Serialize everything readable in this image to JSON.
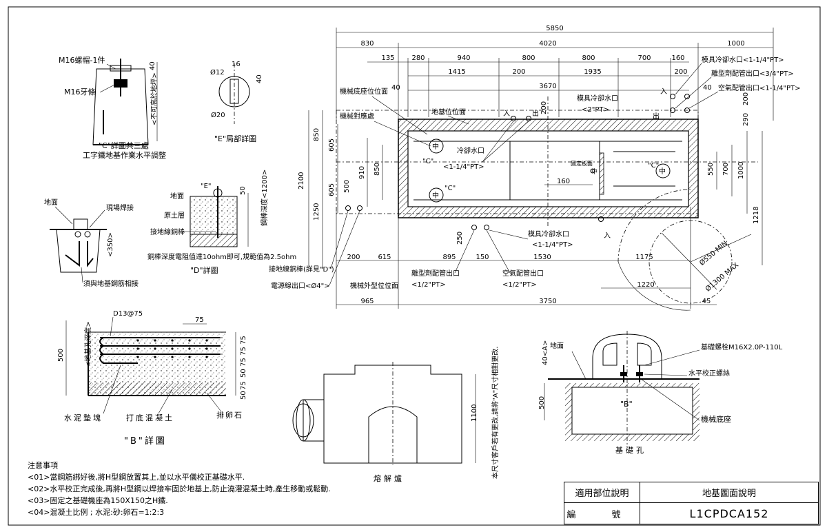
{
  "top_dims": {
    "overall": "5850",
    "seg1": [
      "830",
      "4020",
      "1000"
    ],
    "seg2": [
      "135",
      "280",
      "940",
      "800",
      "800",
      "700",
      "160"
    ],
    "seg3": [
      "1415",
      "200",
      "1935",
      "200"
    ],
    "mid": "3670",
    "d40a": "40",
    "d40b": "40"
  },
  "top_labels": {
    "mold_cool_in_1": "模具冷卻水口<1-1/4\"PT>",
    "release_in_1": "離型劑配管出口<3/4\"PT>",
    "air_out_1": "空氣配管出口<1-1/4\"PT>",
    "machine_base_pos": "機械底座位位面",
    "mold_cool_in_2": "模具冷卻水口",
    "pt2": "<2\"PT>",
    "in_mark": "入",
    "out_mark": "出",
    "machine_corr": "機械對應處",
    "foundation_pos": "地基位位面",
    "cool_water": "冷卻水口",
    "pt114": "<1-1/4\"PT>",
    "fixed_plate": "固定板面",
    "c_mark": "\"C\"",
    "center_mark": "中",
    "d160": "160",
    "d200v": "200",
    "d290": "290"
  },
  "side_dims": {
    "d2100": "2100",
    "d850": "850",
    "d605a": "605",
    "d1250": "1250",
    "d605b": "605",
    "d500": "500",
    "d910": "910",
    "d850b": "850",
    "d550": "550",
    "d700": "700",
    "d1000": "1000",
    "d1218": "1218",
    "d250": "250"
  },
  "bottom_dims": {
    "row1": [
      "200",
      "615",
      "895",
      "150",
      "1530",
      "1175"
    ],
    "d1220": "1220",
    "row2": [
      "965",
      "3750",
      "45"
    ]
  },
  "bottom_labels": {
    "mold_cool_in_3": "模具冷卻水口",
    "pt114b": "<1-1/4\"PT>",
    "grounding": "接地線銅棒(詳見\"D\")",
    "power": "電源線出口<Ø4\">",
    "machine_outline": "機械外型位位面",
    "release_out": "離型劑配管出口",
    "pt12a": "<1/2\"PT>",
    "air_out_2": "空氣配管出口",
    "pt12b": "<1/2\"PT>",
    "circle_min": "Ø550 MIN",
    "circle_max": "Ø1300 MAX"
  },
  "detail_c": {
    "nut": "M16螺帽-1件",
    "thread": "M16牙條",
    "d40": "40",
    "vertical": "<不可高於地坪>",
    "title1": "\"C\"詳圖共三處",
    "title2": "工字鐵地基作業水平調整"
  },
  "detail_e": {
    "d16": "16",
    "d12": "Ø12",
    "d40": "40",
    "d20": "Ø20",
    "title": "\"E\"局部詳圖"
  },
  "detail_weld": {
    "ground": "地面",
    "weld": "現場焊接",
    "d350": "<350>",
    "rebar": "須與地基鋼筋相接"
  },
  "detail_d": {
    "e_mark": "\"E\"",
    "d50": "50",
    "ground": "地面",
    "soil": "原土層",
    "rod": "接地線銅棒",
    "depth": "鋼棒深度<1200>",
    "note": "銅棒深度電阻值達10ohm即可,規範值為2.5ohm",
    "title": "\"D\"詳圖"
  },
  "detail_b": {
    "rebar": "D13@75",
    "d75": "75",
    "depth500": "500",
    "depth_lbl": "<地基孔深度>",
    "right_dims": [
      "75",
      "75",
      "75",
      "50",
      "75",
      "50"
    ],
    "block": "水泥墊塊",
    "concrete": "打底混凝土",
    "gravel": "排卵石",
    "title": "\"B\"詳圖"
  },
  "furnace": {
    "d1100": "1100",
    "title": "熔解爐",
    "side_note": "本尺寸客戶若有更改,請將\"A\"尺寸相對更改."
  },
  "foundation": {
    "a_lbl": "40<A>",
    "ground": "地面",
    "bolt": "基礎螺栓M16X2.0P-110L",
    "level": "水平校正螺絲",
    "b_mark": "\"B\"",
    "d500": "500",
    "base": "機械底座",
    "title": "基礎孔"
  },
  "notes": {
    "heading": "注意事項",
    "items": [
      "<01>當鋼筋綁好後,將H型鋼放置其上,並以水平儀校正基礎水平.",
      "<02>水平校正完成後,再將H型鋼以焊接牢固於地基上,防止澆灌混凝土時,產生移動或鬆動.",
      "<03>固定之基礎機座為150X150之H鐵.",
      "<04>混凝土比例 ; 水泥:砂:卵石=1:2:3"
    ]
  },
  "title_block": {
    "label1": "適用部位說明",
    "value1": "地基圖面說明",
    "label2": "編 號",
    "value2": "L1CPDCA152"
  }
}
